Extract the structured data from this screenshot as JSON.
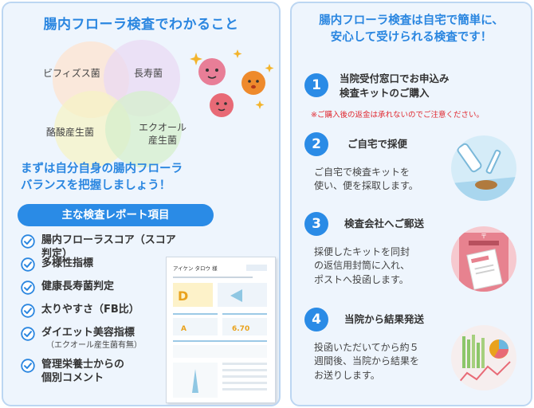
{
  "left": {
    "title": "腸内フローラ検査でわかること",
    "venn": {
      "bifidus": "ビフィズス菌",
      "longevity": "長寿菌",
      "butyrate": "酪酸産生菌",
      "equol_line1": "エクオール",
      "equol_line2": "産生菌"
    },
    "subtitle_line1": "まずは自分自身の腸内フローラ",
    "subtitle_line2": "バランスを把握しましょう！",
    "report_button": "主な検査レポート項目",
    "items": [
      {
        "label": "腸内フローラスコア（スコア判定）"
      },
      {
        "label": "多様性指標"
      },
      {
        "label": "健康長寿菌判定"
      },
      {
        "label": "太りやすさ（FB比）"
      },
      {
        "label": "ダイエット美容指標",
        "sub": "（エクオール産生菌有無）"
      },
      {
        "label": "管理栄養士からの",
        "label2": "個別コメント"
      }
    ],
    "report_preview": {
      "name": "アイケン タロウ 様",
      "grade": "D",
      "score": "6.70"
    }
  },
  "right": {
    "title_line1": "腸内フローラ検査は自宅で簡単に、",
    "title_line2": "安心して受けられる検査です！",
    "steps": [
      {
        "num": "1",
        "title1": "当院受付窓口でお申込み",
        "title2": "検査キットのご購入",
        "note": "※ご購入後の返金は承れないのでご注意ください。"
      },
      {
        "num": "2",
        "title1": "ご自宅で採便",
        "desc1": "ご自宅で検査キットを",
        "desc2": "使い、便を採取します。"
      },
      {
        "num": "3",
        "title1": "検査会社へご郵送",
        "desc1": "採便したキットを同封",
        "desc2": "の返信用封筒に入れ、",
        "desc3": "ポストへ投函します。"
      },
      {
        "num": "4",
        "title1": "当院から結果発送",
        "desc1": "投函いただいてから約５",
        "desc2": "週間後、当院から結果を",
        "desc3": "お送りします。"
      }
    ]
  },
  "colors": {
    "accent": "#2a8be6",
    "title_blue": "#2a86e0",
    "panel_bg": "#eef5fd",
    "panel_border": "#bcd6f2",
    "warning_red": "#e0282f"
  }
}
